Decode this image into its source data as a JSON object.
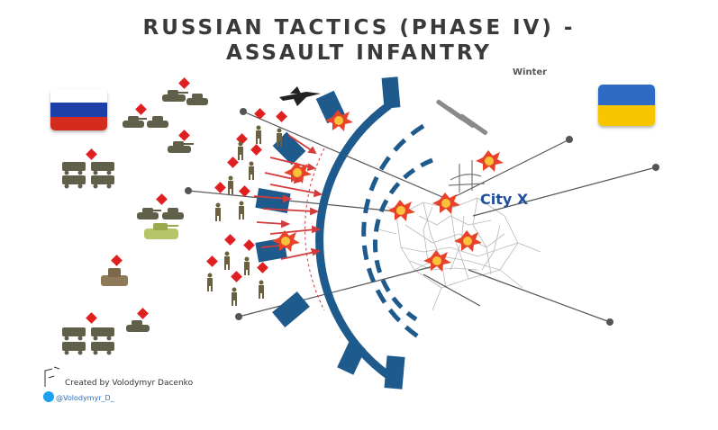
{
  "title": {
    "line1": "RUSSIAN TACTICS (PHASE IV) -",
    "line2": "ASSAULT INFANTRY"
  },
  "season": "Winter",
  "city": {
    "label": "City X"
  },
  "credit": {
    "author": "Created by Volodymyr Dacenko",
    "handle": "@Volodymyr_D_"
  },
  "flags": {
    "russia": [
      "#ffffff",
      "#1c3fa8",
      "#d52b1e"
    ],
    "ukraine": [
      "#2d6bc4",
      "#f7c600"
    ]
  },
  "colors": {
    "defense_arc": "#1f5a8c",
    "attack_arrow": "#d43a3a",
    "unit_marker": "#e02020",
    "soldier": "#6b6040",
    "vehicle": "#5f5f4a",
    "text": "#3a3a3a"
  },
  "icons": [
    "jet-icon",
    "missile-icon",
    "bridge-icon",
    "explosion-icon",
    "soldier-icon",
    "tank-icon",
    "truck-icon",
    "artillery-icon",
    "twitter-icon"
  ]
}
